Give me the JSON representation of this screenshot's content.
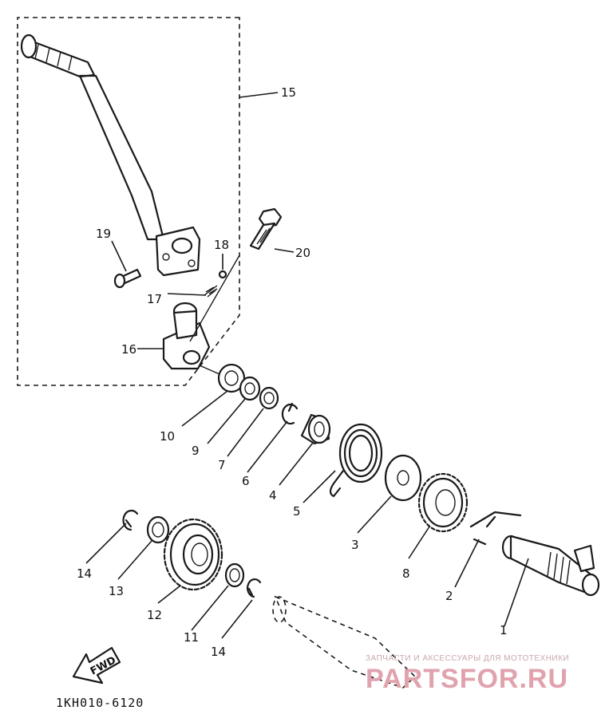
{
  "diagram": {
    "code": "1KH010-6120",
    "direction_label": "FWD",
    "callouts": [
      "1",
      "2",
      "3",
      "4",
      "5",
      "6",
      "7",
      "8",
      "9",
      "10",
      "11",
      "12",
      "13",
      "14",
      "14",
      "15",
      "16",
      "17",
      "18",
      "19",
      "20"
    ]
  },
  "watermark": {
    "tagline": "ЗАПЧАСТИ И АКСЕССУАРЫ ДЛЯ МОТОТЕХНИКИ",
    "brand": "PARTSFOR.RU"
  }
}
